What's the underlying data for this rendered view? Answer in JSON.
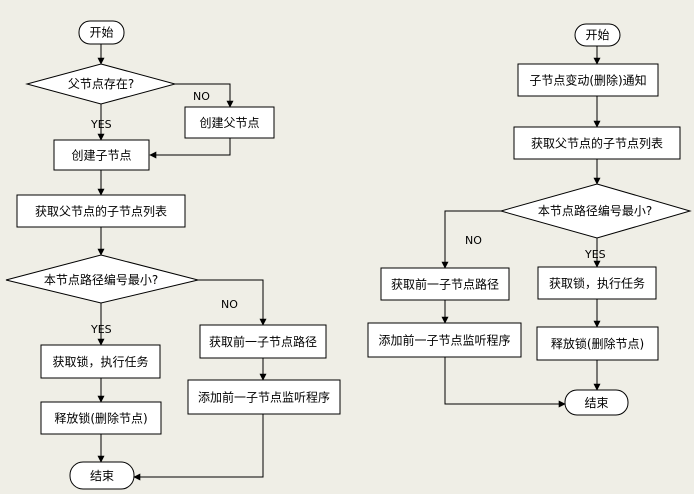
{
  "left": {
    "start": "开始",
    "check_parent": "父节点存在?",
    "create_parent": "创建父节点",
    "create_child": "创建子节点",
    "get_children": "获取父节点的子节点列表",
    "check_smallest": "本节点路径编号最小?",
    "get_lock_run": "获取锁，执行任务",
    "release_lock": "释放锁(删除节点)",
    "get_prev_path": "获取前一子节点路径",
    "add_listener": "添加前一子节点监听程序",
    "end": "结束",
    "label_no_1": "NO",
    "label_yes_1": "YES",
    "label_no_2": "NO",
    "label_yes_2": "YES"
  },
  "right": {
    "start": "开始",
    "notify": "子节点变动(删除)通知",
    "get_children": "获取父节点的子节点列表",
    "check_smallest": "本节点路径编号最小?",
    "get_prev_path": "获取前一子节点路径",
    "add_listener": "添加前一子节点监听程序",
    "get_lock_run": "获取锁，执行任务",
    "release_lock": "释放锁(删除节点)",
    "end": "结束",
    "label_no": "NO",
    "label_yes": "YES"
  }
}
